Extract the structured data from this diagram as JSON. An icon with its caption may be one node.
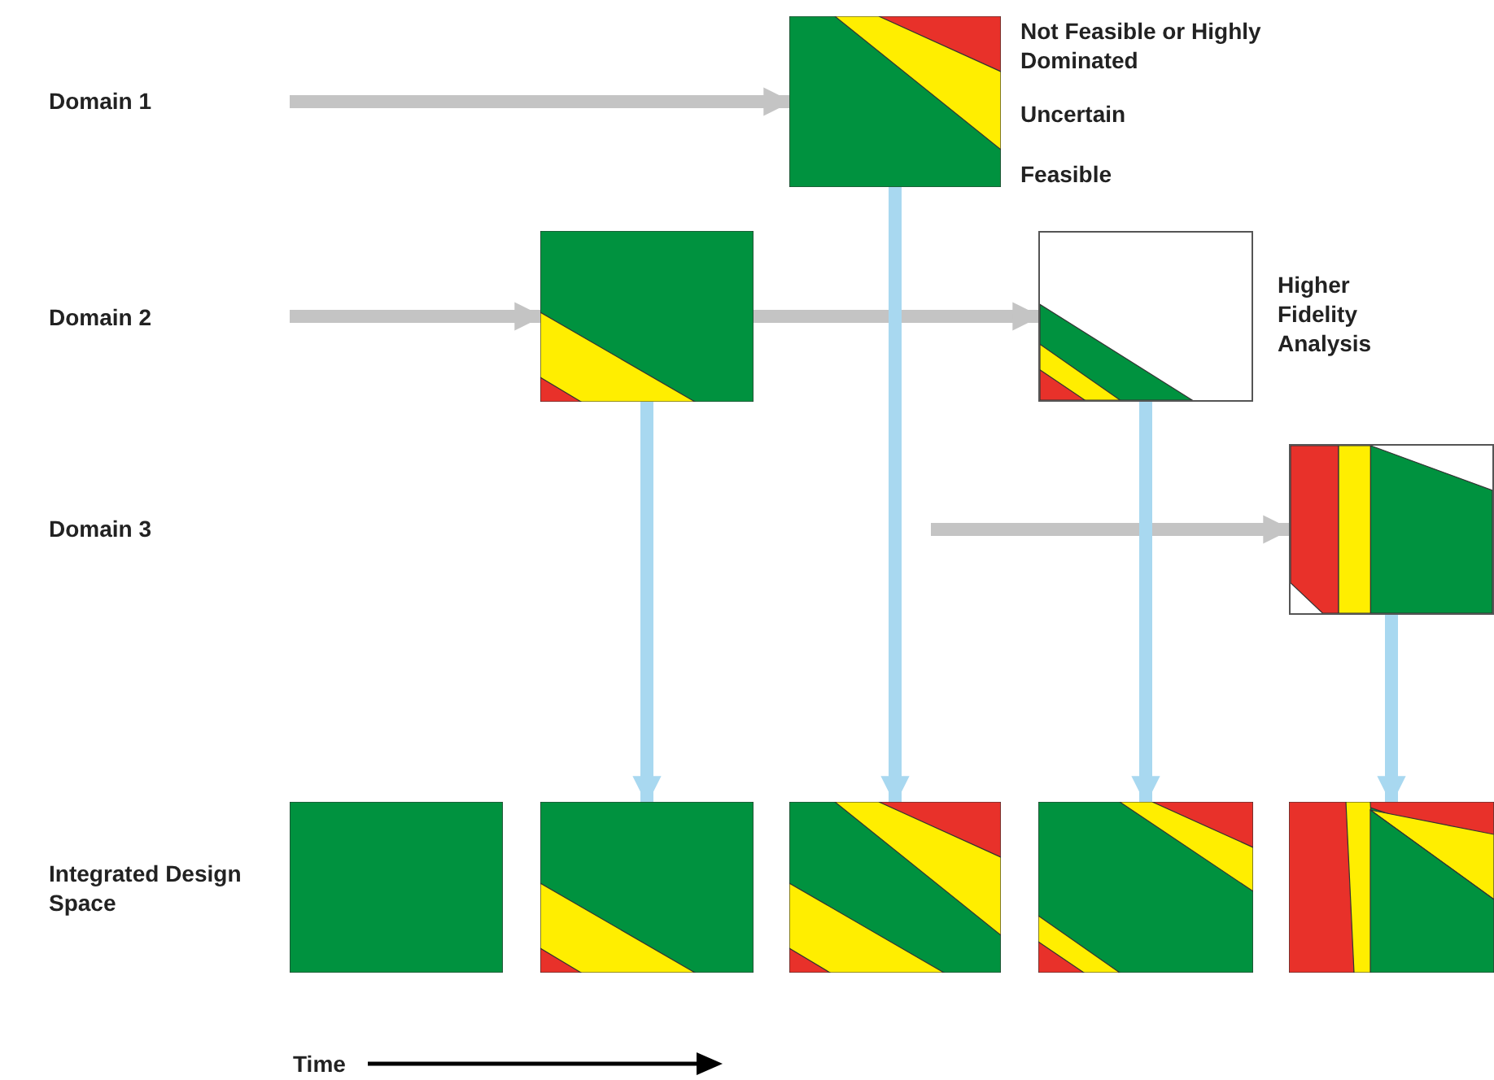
{
  "diagram": {
    "nodes": [
      {
        "text": [],
        "shape": "box"
      },
      {
        "text": [],
        "shape": "box"
      },
      {
        "text": [],
        "shape": "box"
      },
      {
        "text": [],
        "shape": "box"
      },
      {
        "text": [],
        "shape": "box"
      },
      {
        "text": [],
        "shape": "box"
      },
      {
        "text": [],
        "shape": "box"
      },
      {
        "text": [],
        "shape": "box"
      },
      {
        "text": [],
        "shape": "box"
      }
    ],
    "edges": [
      {
        "from": null,
        "to": 0,
        "arrow": "to"
      },
      {
        "from": null,
        "to": 1,
        "arrow": "to"
      },
      {
        "from": 1,
        "to": 2,
        "arrow": "to"
      },
      {
        "from": null,
        "to": 3,
        "arrow": "to"
      },
      {
        "from": 1,
        "to": 5,
        "arrow": "to",
        "color": "#a8d8f0"
      },
      {
        "from": 0,
        "to": 6,
        "arrow": "to",
        "color": "#a8d8f0"
      },
      {
        "from": 2,
        "to": 7,
        "arrow": "to",
        "color": "#a8d8f0"
      },
      {
        "from": 3,
        "to": 8,
        "arrow": "to",
        "color": "#a8d8f0"
      }
    ],
    "labels": [
      "Domain 1",
      "Not Feasible or Highly Dominated",
      "Uncertain",
      "Feasible",
      "Domain 2",
      "Higher Fidelity Analysis",
      "Domain 3",
      "Integrated Design Space",
      "Time"
    ]
  }
}
